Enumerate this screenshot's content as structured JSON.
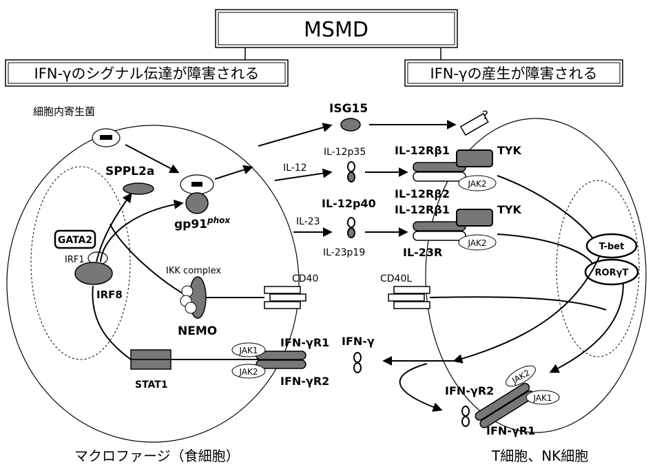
{
  "title": "MSMD",
  "branches": {
    "left": "IFN-γのシグナル伝達が障害される",
    "right": "IFN-γの産生が障害される"
  },
  "macrophage": {
    "caption": "マクロファージ（食細胞）",
    "pathogen_label": "細胞内寄生菌",
    "sppl2a": "SPPL2a",
    "gp91": "gp91",
    "gp91_sup": "phox",
    "gata2": "GATA2",
    "irf1": "IRF1",
    "irf8": "IRF8",
    "ikk": "IKK complex",
    "nemo": "NEMO",
    "cd40": "CD40",
    "stat1": "STAT1",
    "jak1": "JAK1",
    "jak2": "JAK2",
    "ifngr1": "IFN-γR1",
    "ifngr2": "IFN-γR2"
  },
  "cytokines": {
    "isg15": "ISG15",
    "il12": "IL-12",
    "il12p35": "IL-12p35",
    "il12p40": "IL-12p40",
    "il23": "IL-23",
    "il23p19": "IL-23p19",
    "ifng": "IFN-γ",
    "question": "?"
  },
  "tcell": {
    "caption": "T細胞、NK細胞",
    "il12rb1_a": "IL-12Rβ1",
    "il12rb2": "IL-12Rβ2",
    "il12rb1_b": "IL-12Rβ1",
    "il23r": "IL-23R",
    "tyk_a": "TYK",
    "tyk_b": "TYK",
    "jak2_a": "JAK2",
    "jak2_b": "JAK2",
    "tbet": "T-bet",
    "rorgt": "RORγT",
    "cd40l": "CD40L",
    "ifngr2": "IFN-γR2",
    "ifngr1": "IFN-γR1",
    "jak2_c": "JAK2",
    "jak1_c": "JAK1"
  }
}
